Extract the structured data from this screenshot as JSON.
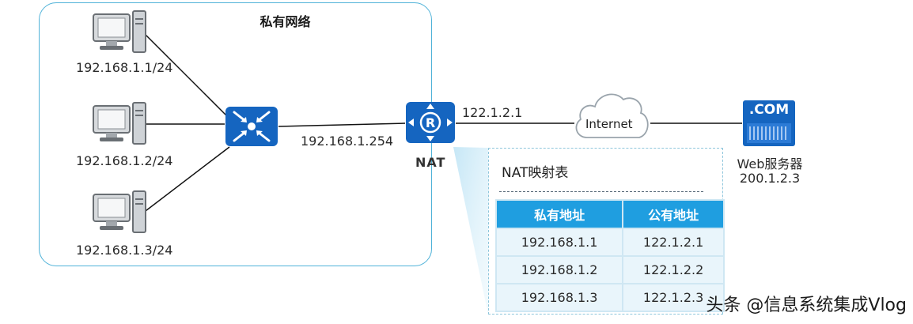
{
  "private_network": {
    "title": "私有网络"
  },
  "hosts": [
    {
      "ip": "192.168.1.1/24"
    },
    {
      "ip": "192.168.1.2/24"
    },
    {
      "ip": "192.168.1.3/24"
    }
  ],
  "nat_device": {
    "label": "NAT",
    "inside_ip": "192.168.1.254",
    "outside_ip": "122.1.2.1"
  },
  "cloud": {
    "label": "Internet"
  },
  "server": {
    "badge": ".COM",
    "name": "Web服务器",
    "ip": "200.1.2.3"
  },
  "nat_table": {
    "title": "NAT映射表",
    "headers": [
      "私有地址",
      "公有地址"
    ],
    "rows": [
      [
        "192.168.1.1",
        "122.1.2.1"
      ],
      [
        "192.168.1.2",
        "122.1.2.2"
      ],
      [
        "192.168.1.3",
        "122.1.2.3"
      ]
    ]
  },
  "watermark": "头条 @信息系统集成Vlog",
  "colors": {
    "device_blue": "#1565c0",
    "frame_cyan": "#4fb2d8",
    "table_header": "#1f9ee0",
    "table_cell": "#e9f5fb"
  },
  "icons": [
    "desktop-pc-icon",
    "switch-icon",
    "router-icon",
    "cloud-icon",
    "web-server-icon"
  ]
}
